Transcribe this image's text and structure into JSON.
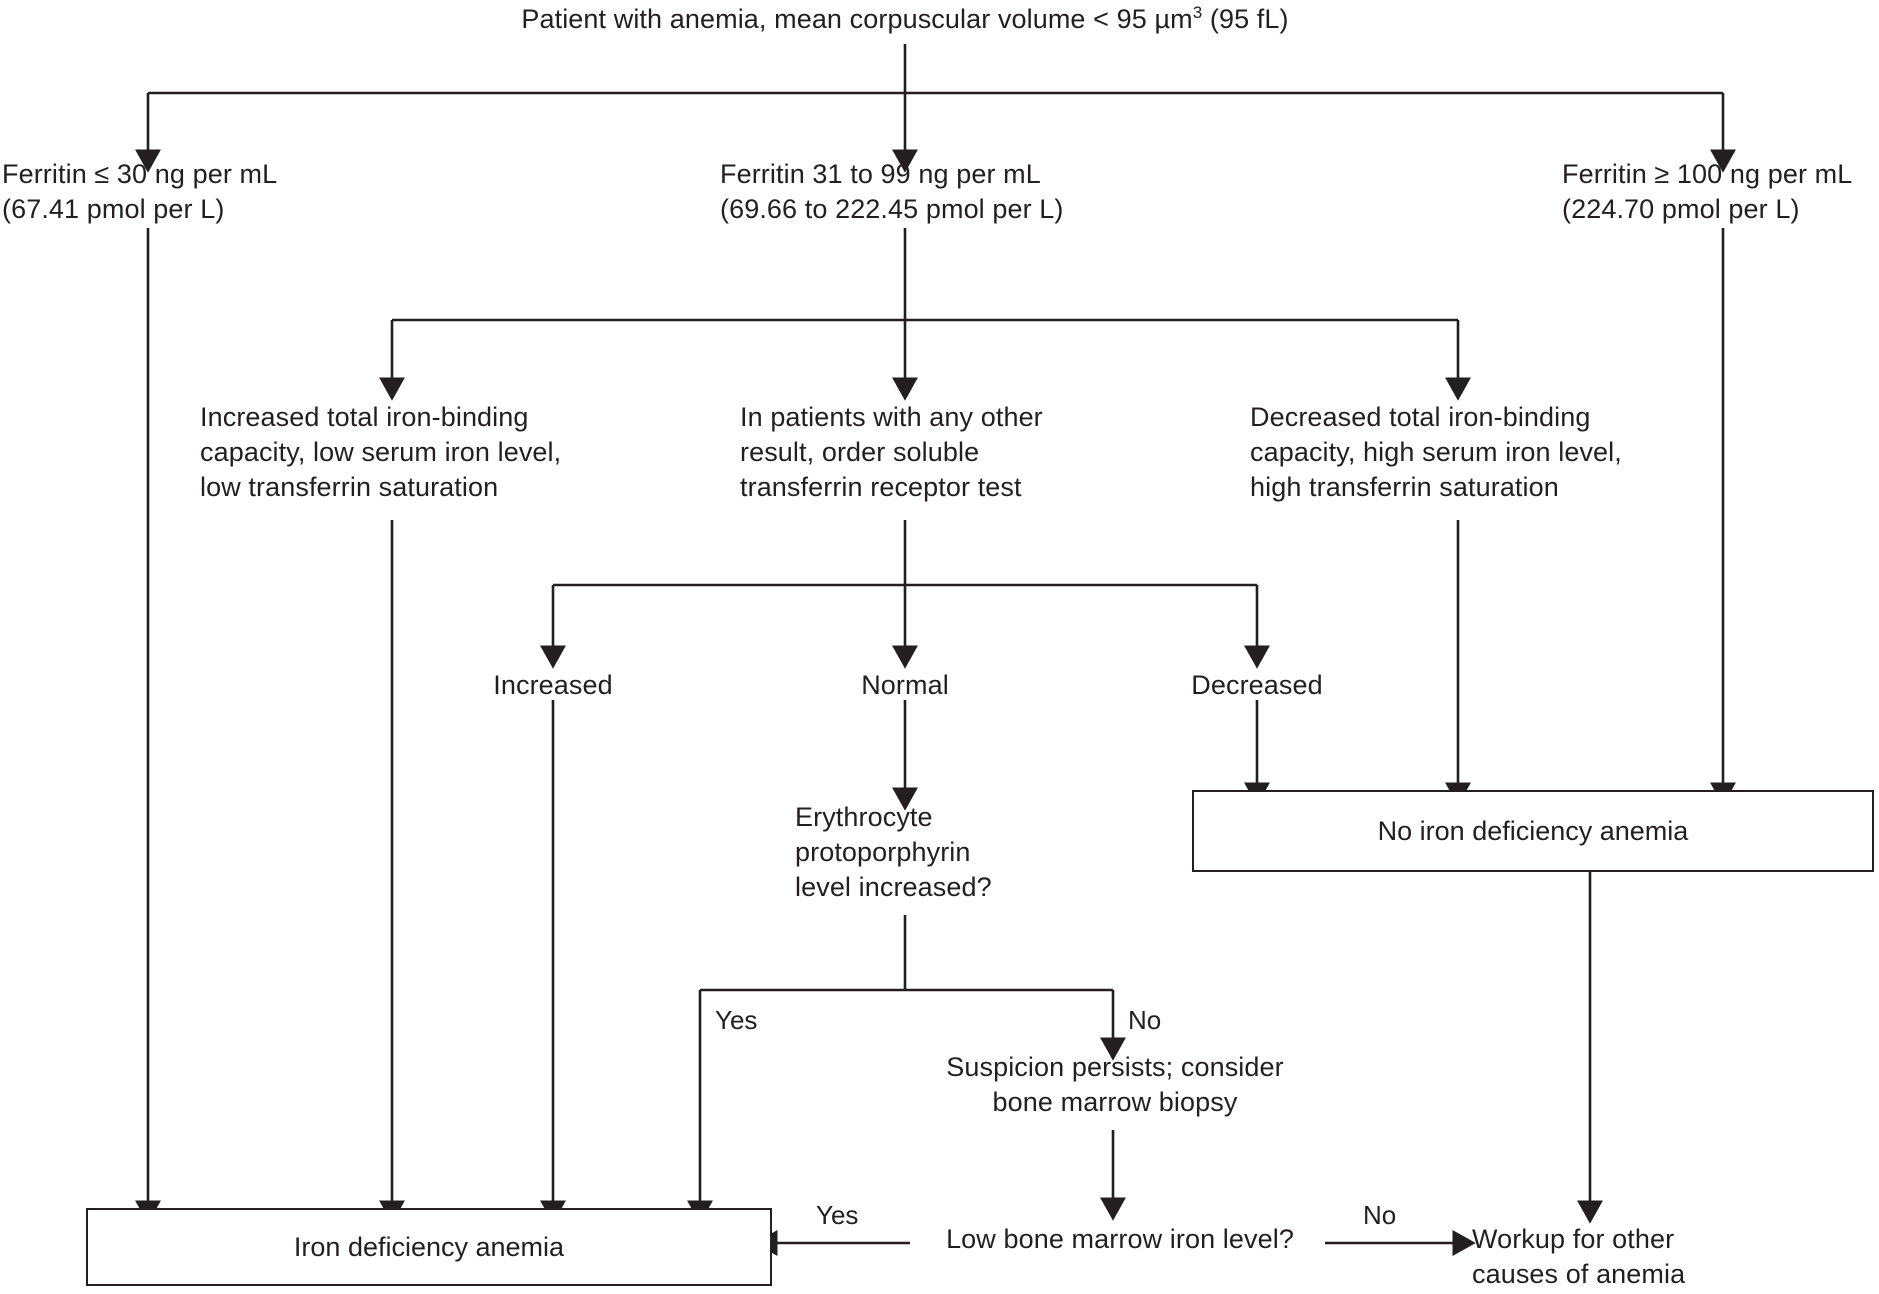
{
  "diagram": {
    "title": "Patient with anemia, mean corpuscular volume < 95 µm3 (95 fL)",
    "root": {
      "label_prefix": "Patient with anemia, mean corpuscular volume < 95 µm",
      "label_sup": "3",
      "label_suffix": " (95 fL)"
    },
    "ferritin_low": "Ferritin ≤ 30 ng per mL\n(67.41 pmol per L)",
    "ferritin_mid": "Ferritin 31 to 99 ng per mL\n(69.66 to 222.45 pmol per L)",
    "ferritin_high": "Ferritin ≥ 100 ng per mL\n(224.70 pmol per L)",
    "tibc_increased": "Increased total iron-binding\ncapacity, low serum iron level,\nlow transferrin saturation",
    "stfr_order": "In patients with any other\nresult, order soluble\ntransferrin receptor test",
    "tibc_decreased": "Decreased total iron-binding\ncapacity, high serum iron level,\nhigh transferrin saturation",
    "stfr_increased": "Increased",
    "stfr_normal": "Normal",
    "stfr_decreased": "Decreased",
    "epp_question": "Erythrocyte\nprotoporphyrin\nlevel increased?",
    "epp_yes": "Yes",
    "epp_no": "No",
    "bone_marrow_biopsy": "Suspicion persists; consider\nbone marrow biopsy",
    "bone_marrow_question": "Low bone marrow iron level?",
    "bone_marrow_yes": "Yes",
    "bone_marrow_no": "No",
    "outcome_ida": "Iron deficiency anemia",
    "outcome_no_ida": "No iron deficiency anemia",
    "outcome_workup": "Workup for other\ncauses of anemia",
    "colors": {
      "ink": "#231f20",
      "background": "#ffffff"
    }
  }
}
